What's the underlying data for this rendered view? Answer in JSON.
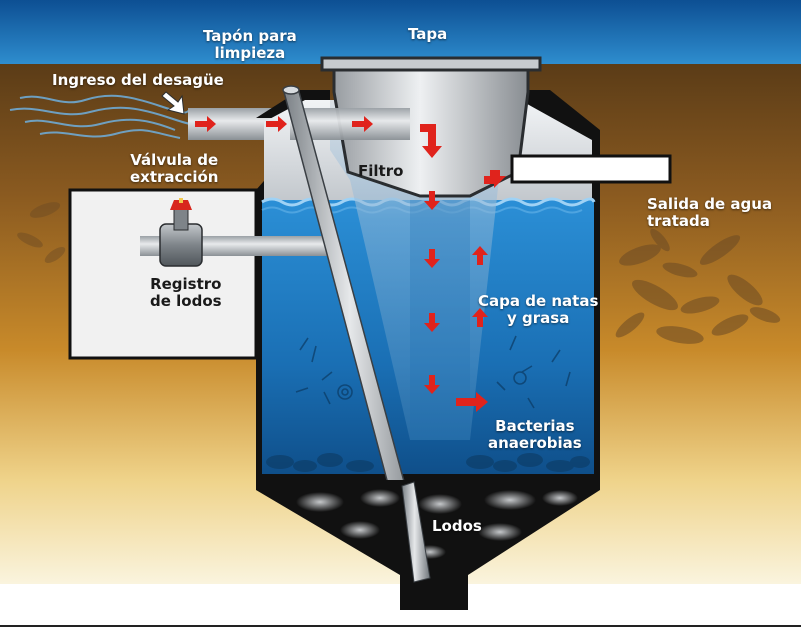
{
  "labels": {
    "tapa": "Tapa",
    "tapon_line1": "Tapón para",
    "tapon_line2": "limpieza",
    "ingreso": "Ingreso del desagüe",
    "valvula_line1": "Válvula de",
    "valvula_line2": "extracción",
    "filtro": "Filtro",
    "salida_line1": "Salida de agua",
    "salida_line2": "tratada",
    "registro_line1": "Registro",
    "registro_line2": "de lodos",
    "capa_line1": "Capa de natas",
    "capa_line2": "y grasa",
    "bacterias_line1": "Bacterias",
    "bacterias_line2": "anaerobias",
    "lodos": "Lodos"
  },
  "colors": {
    "sky": "#1e6fb3",
    "soil_top": "#5a3b16",
    "soil_bottom": "#f7efd2",
    "water": "#1f7fc4",
    "tank_gray": "#c9cdd1",
    "flow_arrow": "#e0231c",
    "valve_cap": "#d8261d"
  }
}
